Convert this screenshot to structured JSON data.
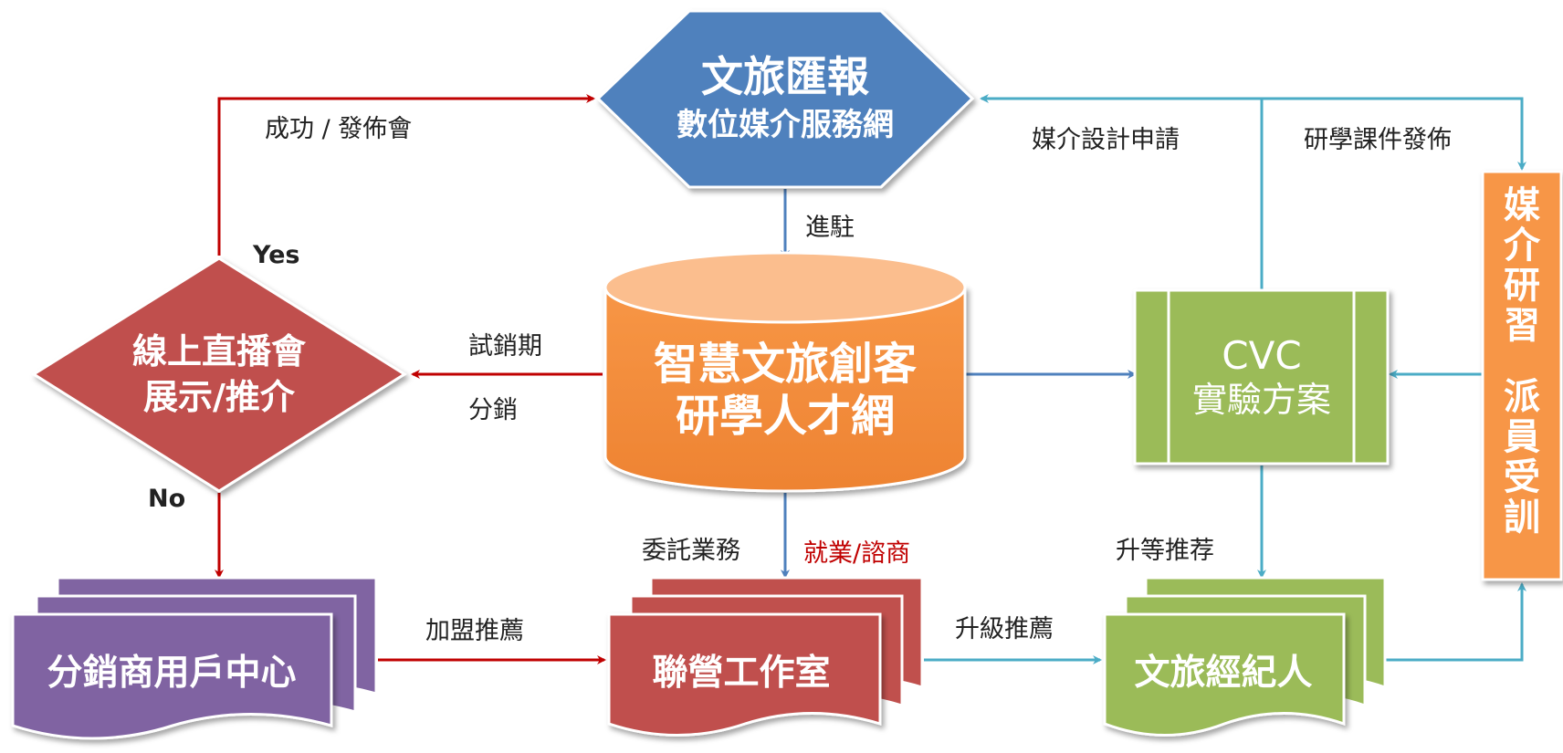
{
  "colors": {
    "blue": "#4F81BD",
    "orange": "#F79646",
    "red": "#C0504D",
    "green": "#9BBB59",
    "purple": "#8064A2",
    "arrow_red": "#C00000",
    "arrow_teal": "#4BACC6",
    "arrow_blue": "#4F81BD"
  },
  "nodes": {
    "hub": {
      "line1": "文旅匯報",
      "line2": "數位媒介服務網"
    },
    "database": {
      "line1": "智慧文旅創客",
      "line2": "研學人才網"
    },
    "decision": {
      "line1": "線上直播會",
      "line2": "展示/推介"
    },
    "cvc": {
      "line1": "CVC",
      "line2": "實驗方案"
    },
    "training": {
      "line1": "媒介研習",
      "line2": "派員受訓"
    },
    "distributor": {
      "label": "分銷商用戶中心"
    },
    "studio": {
      "label": "聯營工作室"
    },
    "agent": {
      "label": "文旅經紀人"
    }
  },
  "edge_labels": {
    "success": "成功 / 發佈會",
    "yes": "Yes",
    "no": "No",
    "settle": "進駐",
    "trial": "試銷期",
    "distribution": "分銷",
    "media_design": "媒介設計申請",
    "course_release": "研學課件發佈",
    "outsourcing": "委託業務",
    "employment": "就業/諮商",
    "promotion_rank": "升等推荐",
    "franchise": "加盟推薦",
    "upgrade": "升級推薦"
  }
}
